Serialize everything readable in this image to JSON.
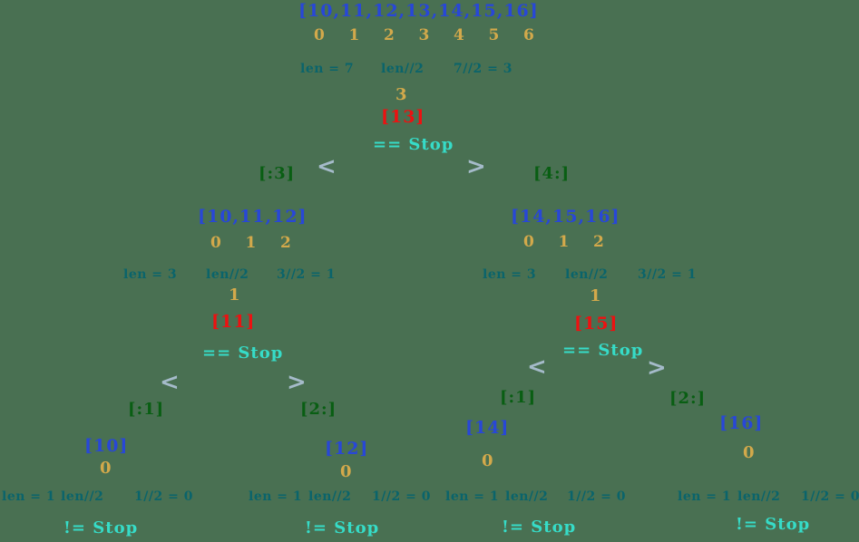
{
  "colors": {
    "background": "#497052",
    "array": "#2847d7",
    "index": "#d3a94b",
    "calc": "#0a646b",
    "mid": "#ed1111",
    "stop": "#36dcc8",
    "slice": "#095e13",
    "arrow": "#a5bbca"
  },
  "tree": {
    "root": {
      "array": "[10,11,12,13,14,15,16]",
      "indices": [
        "0",
        "1",
        "2",
        "3",
        "4",
        "5",
        "6"
      ],
      "len": "len = 7",
      "halve": "len//2",
      "calc": "7//2 = 3",
      "mid_index": "3",
      "mid_element": "[13]",
      "stop": "== Stop",
      "less": "<",
      "greater": ">",
      "left_slice": "[:3]",
      "right_slice": "[4:]"
    },
    "left": {
      "array": "[10,11,12]",
      "indices": [
        "0",
        "1",
        "2"
      ],
      "len": "len = 3",
      "halve": "len//2",
      "calc": "3//2 = 1",
      "mid_index": "1",
      "mid_element": "[11]",
      "stop": "== Stop",
      "less": "<",
      "greater": ">",
      "left_slice": "[:1]",
      "right_slice": "[2:]"
    },
    "right": {
      "array": "[14,15,16]",
      "indices": [
        "0",
        "1",
        "2"
      ],
      "len": "len = 3",
      "halve": "len//2",
      "calc": "3//2 = 1",
      "mid_index": "1",
      "mid_element": "[15]",
      "stop": "== Stop",
      "less": "<",
      "greater": ">",
      "left_slice": "[:1]",
      "right_slice": "[2:]"
    },
    "leaf_ll": {
      "array": "[10]",
      "index": "0",
      "len": "len = 1",
      "halve": "len//2",
      "calc": "1//2 = 0",
      "stop": "!= Stop"
    },
    "leaf_lr": {
      "array": "[12]",
      "index": "0",
      "len": "len = 1",
      "halve": "len//2",
      "calc": "1//2 = 0",
      "stop": "!= Stop"
    },
    "leaf_rl": {
      "array": "[14]",
      "index": "0",
      "len": "len = 1",
      "halve": "len//2",
      "calc": "1//2 = 0",
      "stop": "!= Stop"
    },
    "leaf_rr": {
      "array": "[16]",
      "index": "0",
      "len": "len = 1",
      "halve": "len//2",
      "calc": "1//2 = 0",
      "stop": "!= Stop"
    }
  }
}
